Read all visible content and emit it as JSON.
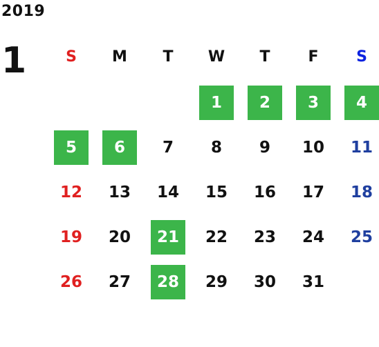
{
  "calendar": {
    "year": "2019",
    "month": "1",
    "weekdays": [
      "S",
      "M",
      "T",
      "W",
      "T",
      "F",
      "S"
    ],
    "first_weekday_index": 3,
    "days": [
      "1",
      "2",
      "3",
      "4",
      "5",
      "6",
      "7",
      "8",
      "9",
      "10",
      "11",
      "12",
      "13",
      "14",
      "15",
      "16",
      "17",
      "18",
      "19",
      "20",
      "21",
      "22",
      "23",
      "24",
      "25",
      "26",
      "27",
      "28",
      "29",
      "30",
      "31"
    ],
    "highlighted_days": [
      "1",
      "2",
      "3",
      "4",
      "5",
      "6",
      "21",
      "28"
    ]
  },
  "colors": {
    "sunday": "#e02020",
    "saturday": "#1f3f9f",
    "saturday_header": "#0b22e0",
    "weekday": "#111111",
    "highlight": "#3cb54a"
  }
}
